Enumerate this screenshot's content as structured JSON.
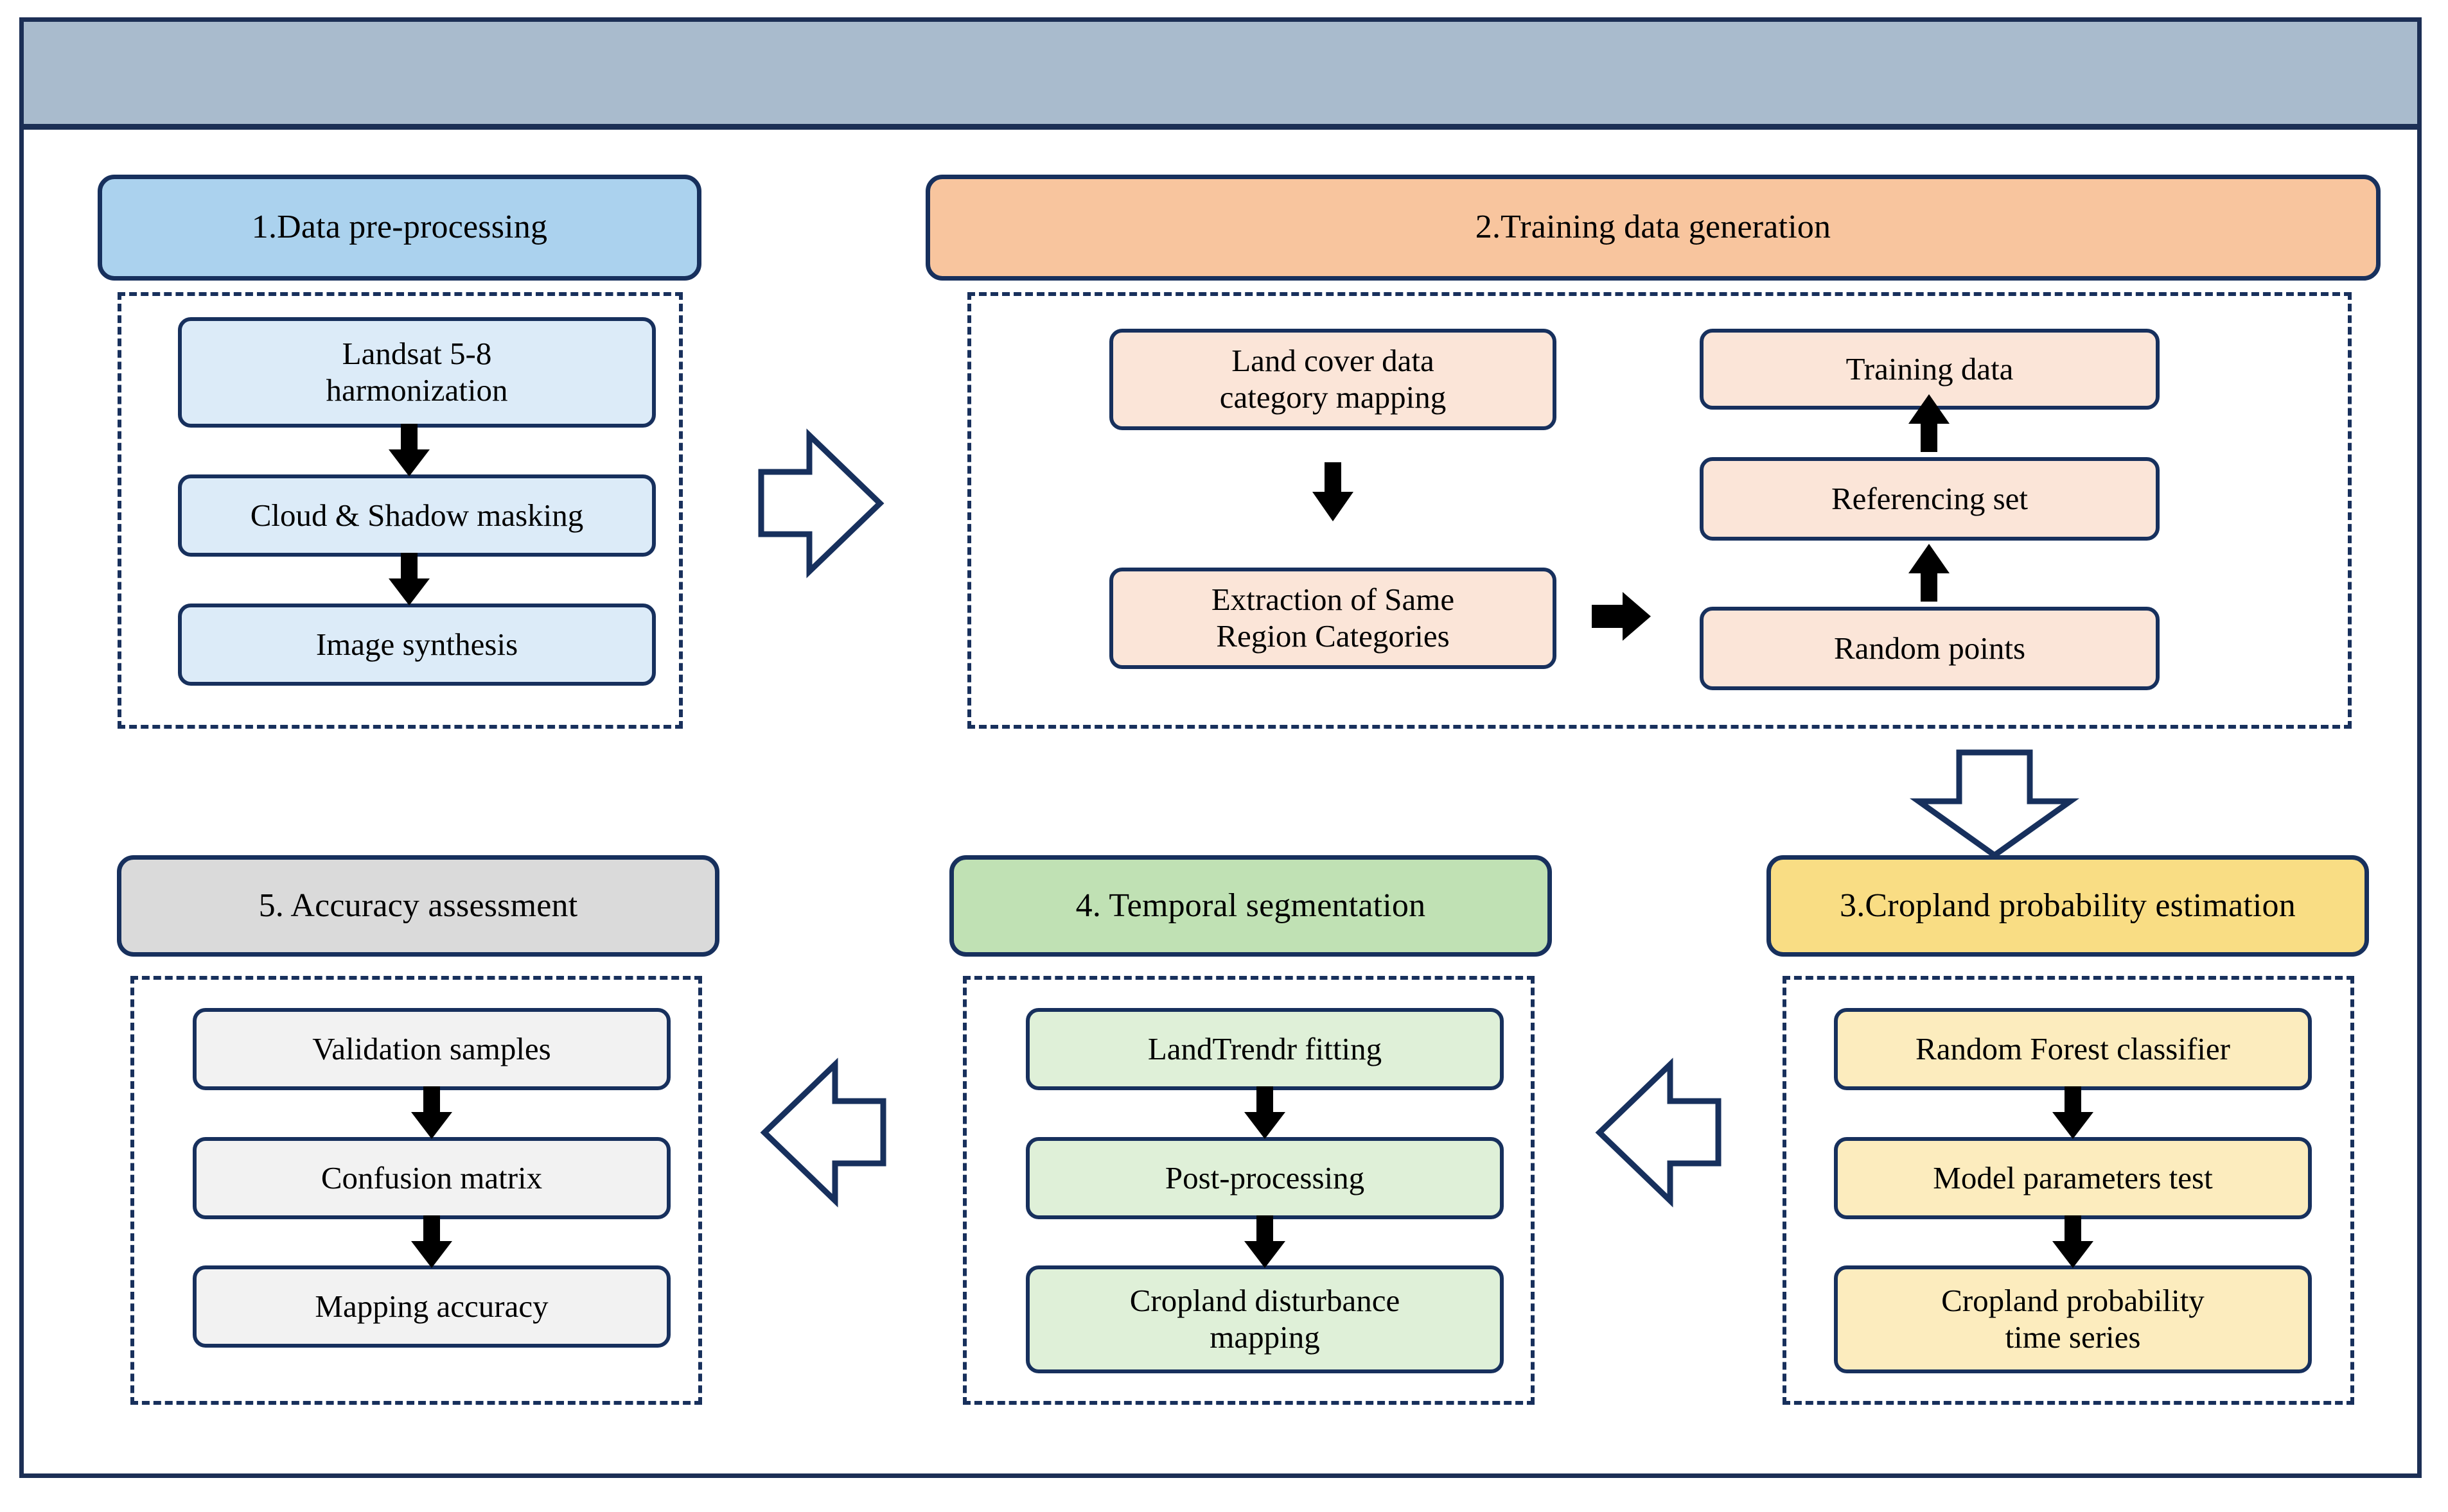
{
  "figure": {
    "type": "flowchart",
    "title_bar_color": "#a9bbcd",
    "frame_border_color": "#1c2f55",
    "connector_color": "#17305d",
    "mini_arrow_color": "#000000"
  },
  "sections": [
    {
      "id": "data-preprocessing",
      "header": "1.Data pre-processing",
      "header_color": "#abd2ee",
      "node_color": "#dcebf8",
      "nodes": [
        "Landsat 5-8\nharmonization",
        "Cloud & Shadow masking",
        "Image synthesis"
      ]
    },
    {
      "id": "training-data-generation",
      "header": "2.Training data generation",
      "header_color": "#f8c59e",
      "node_color": "#fbe5d8",
      "nodes": [
        "Land cover data\ncategory mapping",
        "Extraction of Same\nRegion Categories",
        "Random points",
        "Referencing set",
        "Training data"
      ]
    },
    {
      "id": "cropland-probability-estimation",
      "header": "3.Cropland probability estimation",
      "header_color": "#f9dd84",
      "node_color": "#fcecbe",
      "nodes": [
        "Random Forest classifier",
        "Model parameters test",
        "Cropland probability\ntime series"
      ]
    },
    {
      "id": "temporal-segmentation",
      "header": "4. Temporal segmentation",
      "header_color": "#c0e1b4",
      "node_color": "#dff0d8",
      "nodes": [
        "LandTrendr fitting",
        "Post-processing",
        "Cropland disturbance\nmapping"
      ]
    },
    {
      "id": "accuracy-assessment",
      "header": "5. Accuracy assessment",
      "header_color": "#dadada",
      "node_color": "#f2f2f2",
      "nodes": [
        "Validation samples",
        "Confusion matrix",
        "Mapping accuracy"
      ]
    }
  ],
  "s1": {
    "header": "1.Data pre-processing",
    "n1_l1": "Landsat 5-8",
    "n1_l2": "harmonization",
    "n2": "Cloud & Shadow masking",
    "n3": "Image synthesis"
  },
  "s2": {
    "header": "2.Training data generation",
    "n1_l1": "Land cover data",
    "n1_l2": "category mapping",
    "n2_l1": "Extraction of Same",
    "n2_l2": "Region Categories",
    "n3": "Random points",
    "n4": "Referencing set",
    "n5": "Training data"
  },
  "s3": {
    "header": "3.Cropland probability estimation",
    "n1": "Random Forest classifier",
    "n2": "Model parameters test",
    "n3_l1": "Cropland probability",
    "n3_l2": "time series"
  },
  "s4": {
    "header": "4. Temporal segmentation",
    "n1": "LandTrendr fitting",
    "n2": "Post-processing",
    "n3_l1": "Cropland disturbance",
    "n3_l2": "mapping"
  },
  "s5": {
    "header": "5. Accuracy assessment",
    "n1": "Validation samples",
    "n2": "Confusion matrix",
    "n3": "Mapping accuracy"
  },
  "connectors": {
    "s1_to_s2": "block-arrow-right",
    "s2_to_s3": "block-arrow-down",
    "s3_to_s4": "block-arrow-left",
    "s4_to_s5": "block-arrow-left"
  }
}
